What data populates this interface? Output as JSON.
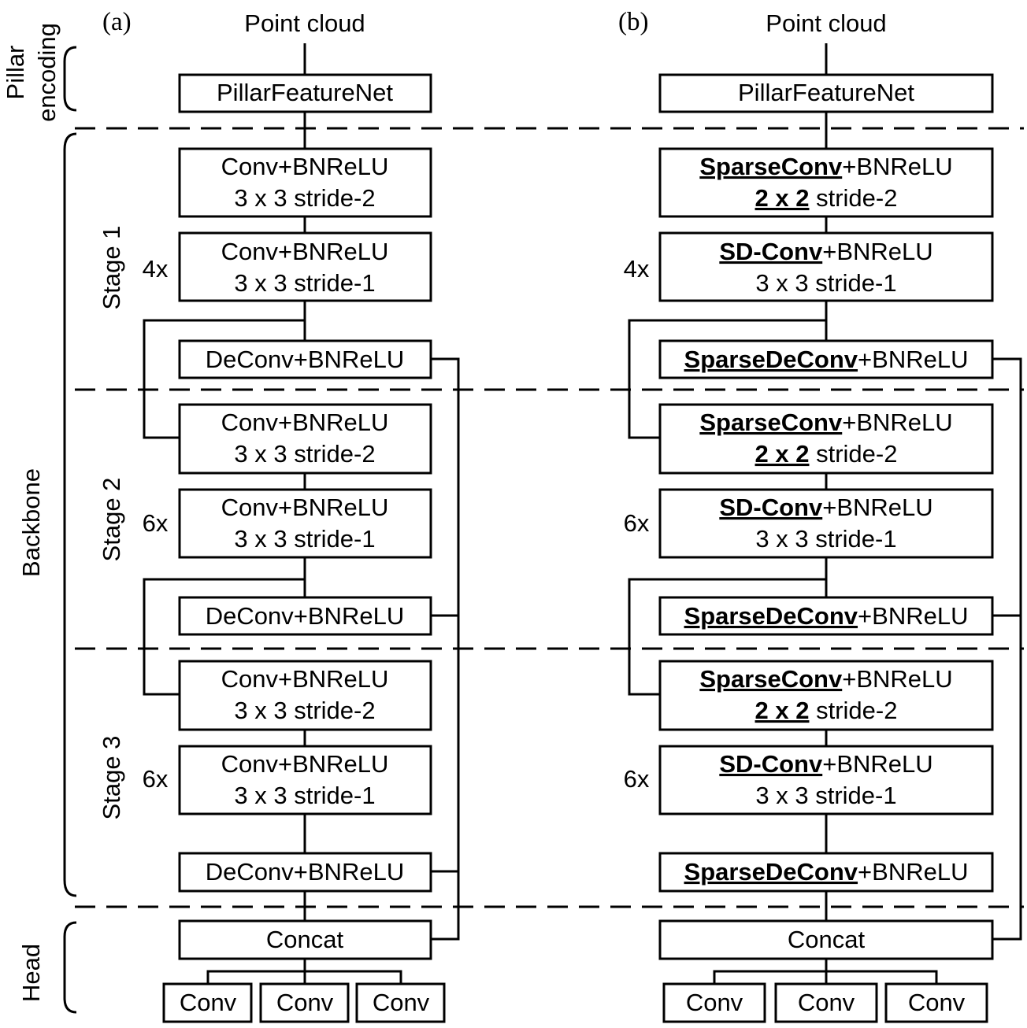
{
  "panel_a": {
    "label": "(a)",
    "input": "Point cloud",
    "pfn": "PillarFeatureNet",
    "stage1": {
      "repeat": "4x",
      "down_line1": "Conv+BNReLU",
      "down_line2": "3 x 3 stride-2",
      "conv_line1": "Conv+BNReLU",
      "conv_line2": "3 x 3 stride-1",
      "deconv": "DeConv+BNReLU"
    },
    "stage2": {
      "repeat": "6x",
      "down_line1": "Conv+BNReLU",
      "down_line2": "3 x 3 stride-2",
      "conv_line1": "Conv+BNReLU",
      "conv_line2": "3 x 3 stride-1",
      "deconv": "DeConv+BNReLU"
    },
    "stage3": {
      "repeat": "6x",
      "down_line1": "Conv+BNReLU",
      "down_line2": "3 x 3 stride-2",
      "conv_line1": "Conv+BNReLU",
      "conv_line2": "3 x 3 stride-1",
      "deconv": "DeConv+BNReLU"
    },
    "concat": "Concat",
    "heads": [
      "Conv",
      "Conv",
      "Conv"
    ]
  },
  "panel_b": {
    "label": "(b)",
    "input": "Point cloud",
    "pfn": "PillarFeatureNet",
    "sparse_conv": "SparseConv",
    "sd_conv": "SD-Conv",
    "sparse_deconv": "SparseDeConv",
    "bnrelu_suffix": "+BNReLU",
    "kernel_2x2": "2 x 2",
    "stride2_suffix": " stride-2",
    "conv_line2": "3 x 3 stride-1",
    "repeats": [
      "4x",
      "6x",
      "6x"
    ],
    "concat": "Concat",
    "heads": [
      "Conv",
      "Conv",
      "Conv"
    ]
  },
  "sections": {
    "pillar_line1": "Pillar",
    "pillar_line2": "encoding",
    "backbone": "Backbone",
    "head": "Head",
    "stage1": "Stage 1",
    "stage2": "Stage 2",
    "stage3": "Stage 3"
  }
}
